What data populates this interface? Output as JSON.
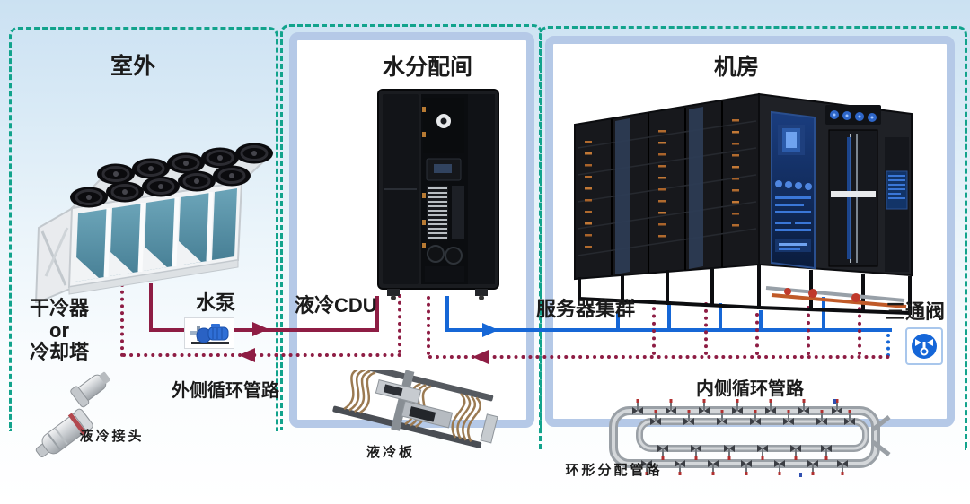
{
  "zones": {
    "outdoor": {
      "label": "室外"
    },
    "water_room": {
      "label": "水分配间"
    },
    "machine_room": {
      "label": "机房"
    }
  },
  "equipment": {
    "dry_cooler": {
      "line1": "干冷器",
      "line2": "or",
      "line3": "冷却塔"
    },
    "pump": {
      "label": "水泵"
    },
    "cdu": {
      "label": "液冷CDU"
    },
    "quick_connector": {
      "label": "液冷接头"
    },
    "server_cluster": {
      "label": "服务器集群"
    },
    "three_way_valve": {
      "label": "三通阀"
    },
    "cold_plate": {
      "label": "液冷板"
    },
    "ring_manifold": {
      "label": "环形分配管路"
    }
  },
  "pipelines": {
    "outer_loop": {
      "label": "外侧循环管路"
    },
    "inner_loop": {
      "label": "内侧循环管路"
    }
  },
  "colors": {
    "outer_loop_line": "#8e1d44",
    "inner_loop_supply_line": "#1667d6",
    "zone_dash_border": "#12a38c",
    "room_border": "#b5c9e7"
  }
}
